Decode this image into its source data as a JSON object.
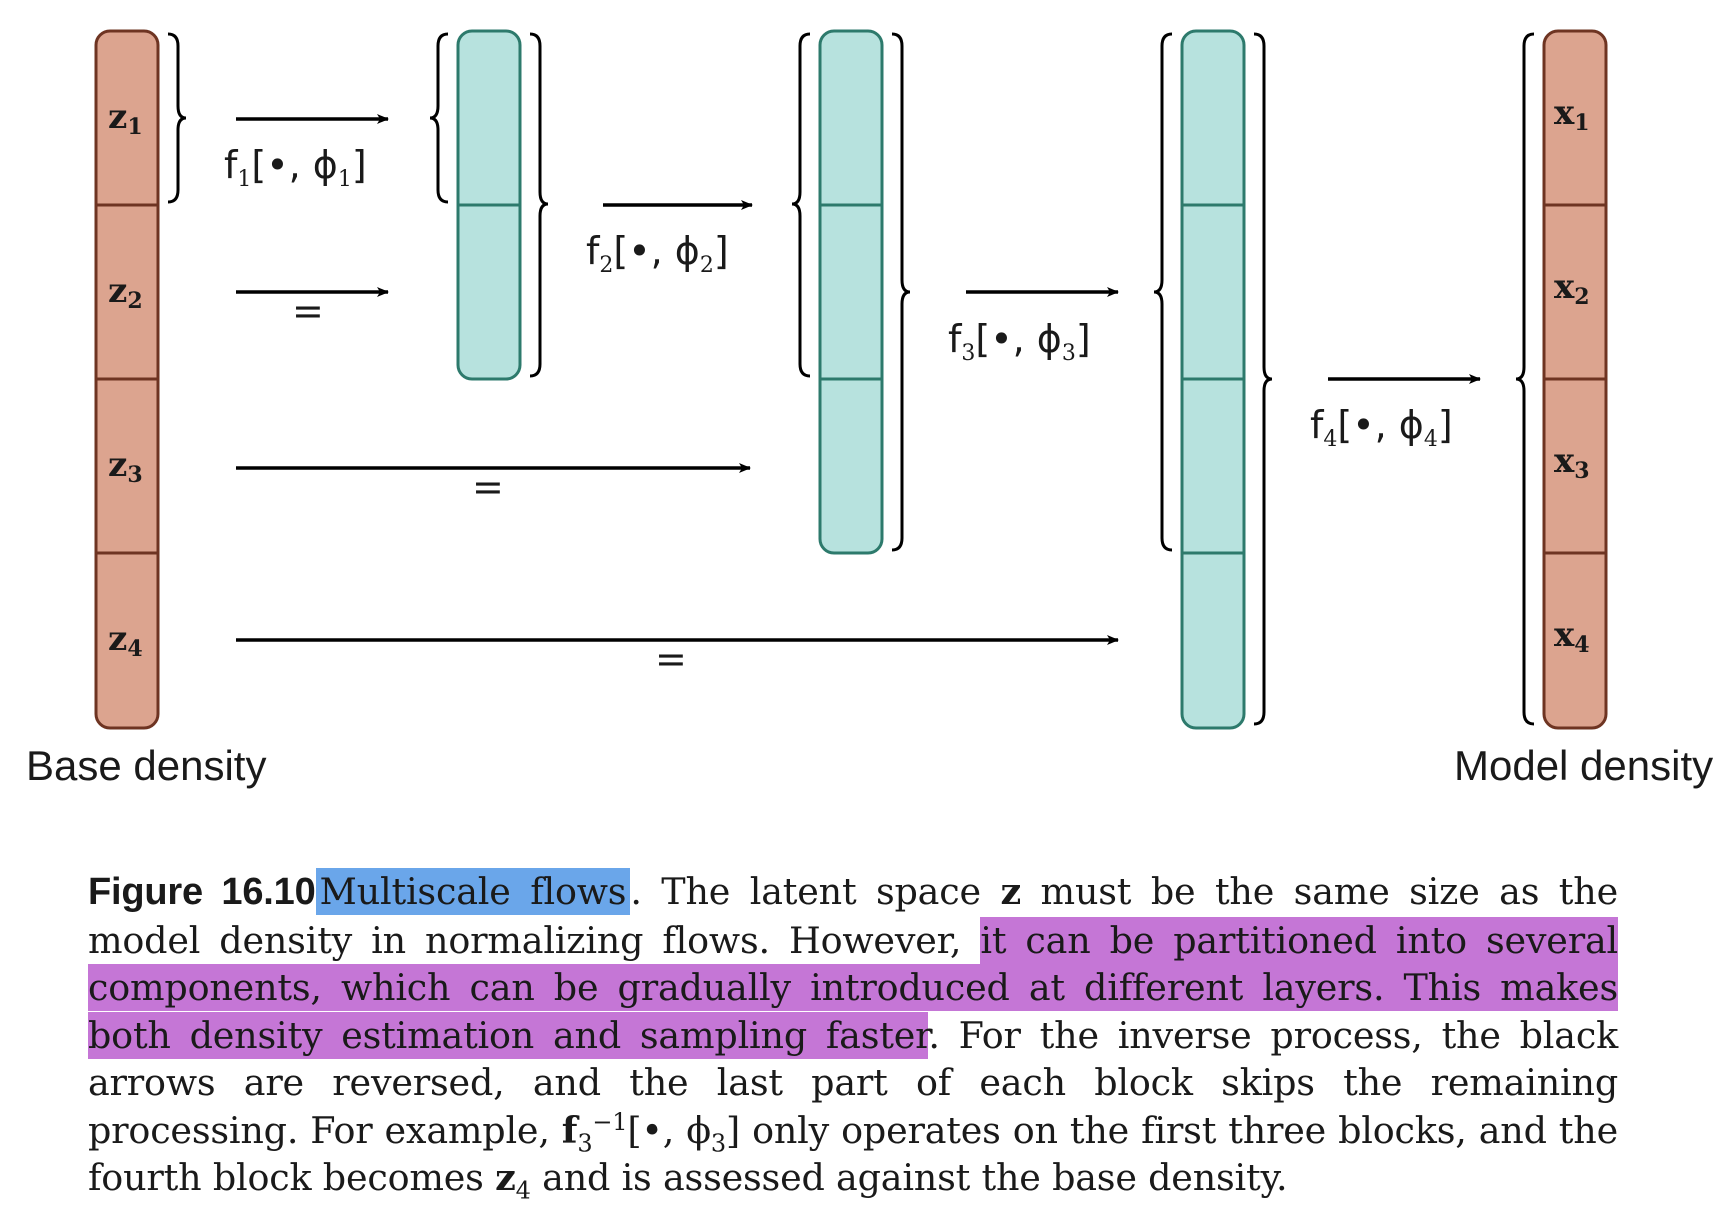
{
  "diagram": {
    "base_blocks": [
      "z",
      "z",
      "z",
      "z"
    ],
    "base_subs": [
      "1",
      "2",
      "3",
      "4"
    ],
    "model_blocks": [
      "x",
      "x",
      "x",
      "x"
    ],
    "model_subs": [
      "1",
      "2",
      "3",
      "4"
    ],
    "functions": [
      {
        "name": "f",
        "sub": "1",
        "arg": "[•, ϕ",
        "arg_sub": "1",
        "close": "]"
      },
      {
        "name": "f",
        "sub": "2",
        "arg": "[•, ϕ",
        "arg_sub": "2",
        "close": "]"
      },
      {
        "name": "f",
        "sub": "3",
        "arg": "[•, ϕ",
        "arg_sub": "3",
        "close": "]"
      },
      {
        "name": "f",
        "sub": "4",
        "arg": "[•, ϕ",
        "arg_sub": "4",
        "close": "]"
      }
    ],
    "equals_label": "=",
    "base_label": "Base density",
    "model_label": "Model density",
    "colors": {
      "orange_fill": "#dca48f",
      "orange_stroke": "#6e3422",
      "teal_fill": "#b7e2de",
      "teal_stroke": "#2d7a6c"
    }
  },
  "caption": {
    "figure_label": "Figure 16.10",
    "title": "Multiscale flows",
    "t1": ". The latent space ",
    "z": "z",
    "t2": " must be the same size as the model density in normalizing flows. However, ",
    "highlight": "it can be partitioned into several components, which can be gradually introduced at different layers. This makes both density estimation and sampling faster",
    "t3": ". For the inverse process, the black arrows are reversed, and the last part of each block skips the remaining processing. For example, ",
    "f": "f",
    "f_sub": "3",
    "f_sup": "−1",
    "f_arg": "[•, ϕ",
    "f_arg_sub": "3",
    "f_close": "]",
    "t4": " only operates on the first three blocks, and the fourth block becomes ",
    "z4": "z",
    "z4_sub": "4",
    "t5": " and is assessed against the base density."
  }
}
